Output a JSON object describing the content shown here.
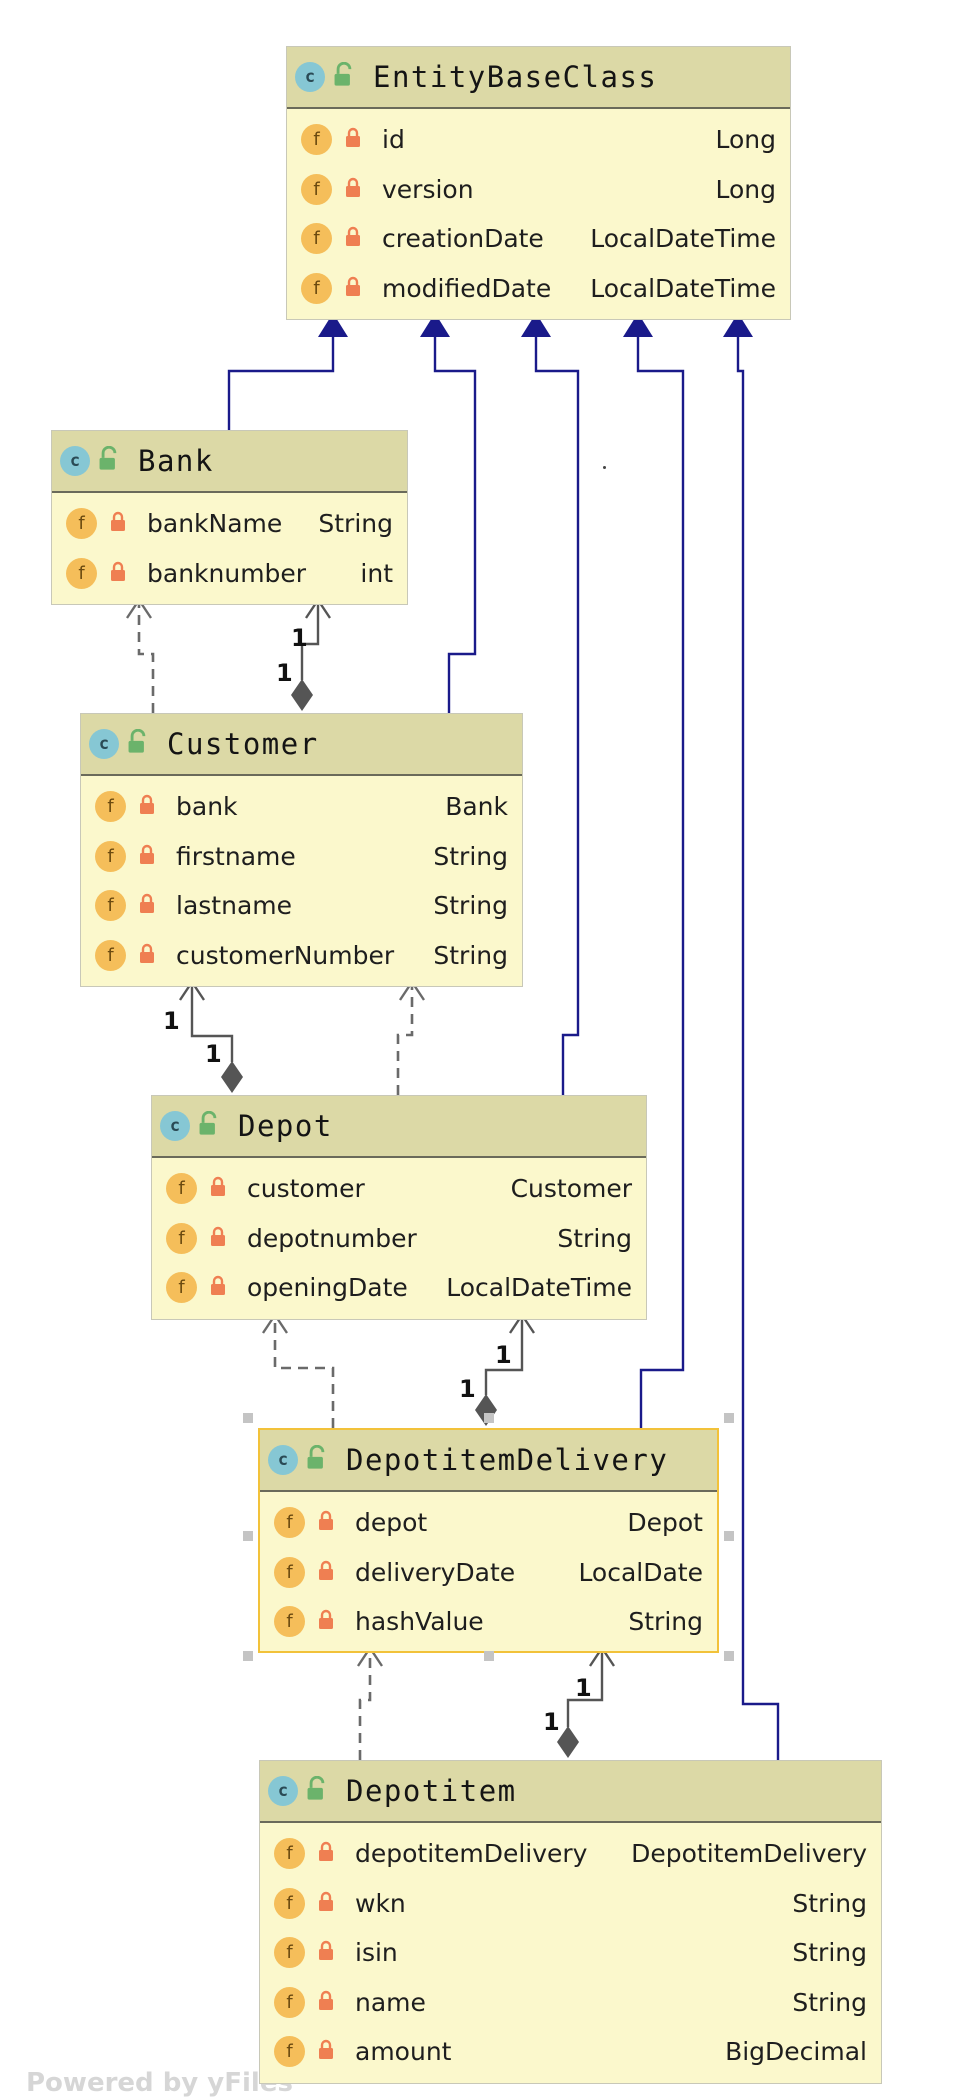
{
  "diagram": {
    "classes": [
      {
        "key": "entity",
        "name": "EntityBaseClass",
        "icon": "class-icon",
        "fields": [
          {
            "name": "id",
            "type": "Long"
          },
          {
            "name": "version",
            "type": "Long"
          },
          {
            "name": "creationDate",
            "type": "LocalDateTime"
          },
          {
            "name": "modifiedDate",
            "type": "LocalDateTime"
          }
        ]
      },
      {
        "key": "bank",
        "name": "Bank",
        "icon": "class-icon",
        "fields": [
          {
            "name": "bankName",
            "type": "String"
          },
          {
            "name": "banknumber",
            "type": "int"
          }
        ]
      },
      {
        "key": "customer",
        "name": "Customer",
        "icon": "class-icon",
        "fields": [
          {
            "name": "bank",
            "type": "Bank"
          },
          {
            "name": "firstname",
            "type": "String"
          },
          {
            "name": "lastname",
            "type": "String"
          },
          {
            "name": "customerNumber",
            "type": "String"
          }
        ]
      },
      {
        "key": "depot",
        "name": "Depot",
        "icon": "class-icon",
        "fields": [
          {
            "name": "customer",
            "type": "Customer"
          },
          {
            "name": "depotnumber",
            "type": "String"
          },
          {
            "name": "openingDate",
            "type": "LocalDateTime"
          }
        ]
      },
      {
        "key": "delivery",
        "name": "DepotitemDelivery",
        "icon": "class-icon",
        "selected": true,
        "fields": [
          {
            "name": "depot",
            "type": "Depot"
          },
          {
            "name": "deliveryDate",
            "type": "LocalDate"
          },
          {
            "name": "hashValue",
            "type": "String"
          }
        ]
      },
      {
        "key": "item",
        "name": "Depotitem",
        "icon": "class-icon",
        "fields": [
          {
            "name": "depotitemDelivery",
            "type": "DepotitemDelivery"
          },
          {
            "name": "wkn",
            "type": "String"
          },
          {
            "name": "isin",
            "type": "String"
          },
          {
            "name": "name",
            "type": "String"
          },
          {
            "name": "amount",
            "type": "BigDecimal"
          }
        ]
      }
    ],
    "relations": [
      {
        "from": "bank",
        "to": "entity",
        "kind": "inheritance"
      },
      {
        "from": "customer",
        "to": "entity",
        "kind": "inheritance"
      },
      {
        "from": "depot",
        "to": "entity",
        "kind": "inheritance"
      },
      {
        "from": "delivery",
        "to": "entity",
        "kind": "inheritance"
      },
      {
        "from": "item",
        "to": "entity",
        "kind": "inheritance"
      },
      {
        "from": "customer",
        "to": "bank",
        "kind": "dependency"
      },
      {
        "from": "customer",
        "to": "bank",
        "kind": "composition",
        "mult_source": "1",
        "mult_target": "1"
      },
      {
        "from": "depot",
        "to": "customer",
        "kind": "dependency"
      },
      {
        "from": "depot",
        "to": "customer",
        "kind": "composition",
        "mult_source": "1",
        "mult_target": "1"
      },
      {
        "from": "delivery",
        "to": "depot",
        "kind": "dependency"
      },
      {
        "from": "delivery",
        "to": "depot",
        "kind": "composition",
        "mult_source": "1",
        "mult_target": "1"
      },
      {
        "from": "item",
        "to": "delivery",
        "kind": "dependency"
      },
      {
        "from": "item",
        "to": "delivery",
        "kind": "composition",
        "mult_source": "1",
        "mult_target": "1"
      }
    ],
    "colors": {
      "inheritance": "#1a1a8a",
      "dependency": "#6a6a6a",
      "composition": "#555555",
      "class_fill": "#fbf8cc",
      "class_header": "#dcd9a6",
      "selection": "#f2c23a"
    }
  },
  "footer": {
    "watermark": "Powered by yFiles"
  }
}
